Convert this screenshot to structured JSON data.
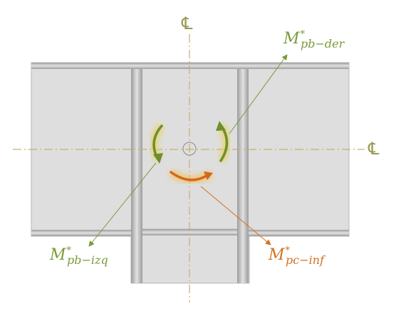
{
  "centerline_symbol": "℄",
  "labels": {
    "pb_der": {
      "main": "M",
      "sup": "*",
      "sub": "pb−der"
    },
    "pb_izq": {
      "main": "M",
      "sup": "*",
      "sub": "pb−izq"
    },
    "pc_inf": {
      "main": "M",
      "sup": "*",
      "sub": "pc−inf"
    }
  },
  "colors": {
    "beam_moment": "#6e8f2c",
    "column_moment": "#d4681a",
    "centerline": "#c9b06a",
    "member_fill": "#dcdcdc",
    "member_edge": "#a6a6a6",
    "label_green": "#7a9a3a",
    "label_orange": "#d4701e",
    "centerline_text": "#9a9a55"
  }
}
